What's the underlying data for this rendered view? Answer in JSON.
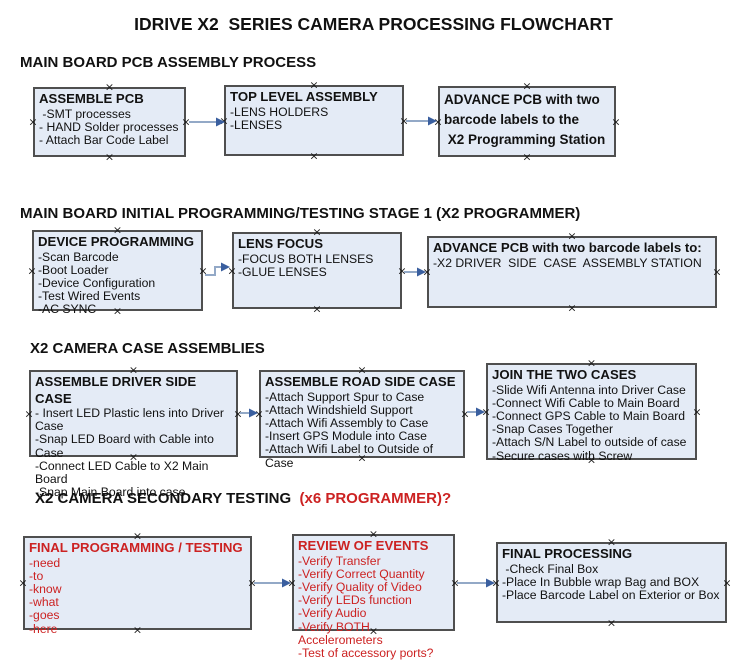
{
  "title": "IDRIVE X2  SERIES CAMERA PROCESSING FLOWCHART",
  "colors": {
    "accent_red": "#cc2222",
    "box_fill": "#e4ebf6",
    "box_border": "#4f4f4f",
    "arrow_line": "#93a9c7",
    "arrow_head": "#3a5f9f",
    "text": "#111111"
  },
  "icons": {
    "connection_anchor": "×"
  },
  "sections": [
    {
      "heading": "MAIN BOARD PCB ASSEMBLY PROCESS"
    },
    {
      "heading": "MAIN BOARD INITIAL PROGRAMMING/TESTING STAGE 1 (X2 PROGRAMMER)"
    },
    {
      "heading": "X2 CAMERA CASE ASSEMBLIES"
    },
    {
      "heading_black": "X2 CAMERA SECONDARY TESTING  ",
      "heading_red": "(x6 PROGRAMMER)?"
    }
  ],
  "boxes": {
    "a1": {
      "title": "ASSEMBLE PCB",
      "items": [
        " -SMT processes",
        "- HAND Solder processes",
        "- Attach Bar Code Label"
      ]
    },
    "a2": {
      "title": "TOP LEVEL ASSEMBLY",
      "items": [
        "-LENS HOLDERS",
        "-LENSES"
      ]
    },
    "a3": {
      "title": "ADVANCE PCB with two\nbarcode labels to the\n X2 Programming Station",
      "items": []
    },
    "b1": {
      "title": "DEVICE PROGRAMMING",
      "items": [
        "-Scan Barcode",
        "-Boot Loader",
        "-Device Configuration",
        "-Test Wired Events",
        "-AC SYNC"
      ]
    },
    "b2": {
      "title": "LENS FOCUS",
      "items": [
        "-FOCUS BOTH LENSES",
        "-GLUE LENSES"
      ]
    },
    "b3": {
      "title": "ADVANCE PCB with two barcode labels to:",
      "items": [
        "-X2 DRIVER  SIDE  CASE  ASSEMBLY STATION"
      ]
    },
    "c1": {
      "title": "ASSEMBLE DRIVER SIDE CASE",
      "items": [
        "- Insert LED Plastic lens into Driver Case",
        "-Snap LED Board with Cable into Case",
        "-Connect LED Cable to X2 Main Board",
        "-Snap Main Board into case"
      ]
    },
    "c2": {
      "title": "ASSEMBLE ROAD SIDE CASE",
      "items": [
        "-Attach Support Spur to Case",
        "-Attach Windshield Support",
        "-Attach Wifi Assembly to Case",
        "-Insert GPS Module into Case",
        "-Attach Wifi Label to Outside of Case"
      ]
    },
    "c3": {
      "title": "JOIN THE TWO CASES",
      "items": [
        "-Slide Wifi Antenna into Driver Case",
        "-Connect Wifi Cable to Main Board",
        "-Connect GPS Cable to Main Board",
        "-Snap Cases Together",
        "-Attach S/N Label to outside of case",
        "-Secure cases with Screw"
      ]
    },
    "d1": {
      "title": "FINAL PROGRAMMING / TESTING",
      "items": [
        "-need",
        "-to",
        "-know",
        "-what",
        "-goes",
        "-here"
      ]
    },
    "d2": {
      "title": "REVIEW OF EVENTS",
      "items": [
        "-Verify Transfer",
        "-Verify Correct Quantity",
        "-Verify Quality of Video",
        "-Verify LEDs function",
        "-Verify Audio",
        "-Verify BOTH Accelerometers",
        "-Test of accessory ports?"
      ]
    },
    "d3": {
      "title": "FINAL PROCESSING",
      "items": [
        " -Check Final Box",
        "-Place In Bubble wrap Bag and BOX",
        "-Place Barcode Label on Exterior or Box"
      ]
    }
  }
}
